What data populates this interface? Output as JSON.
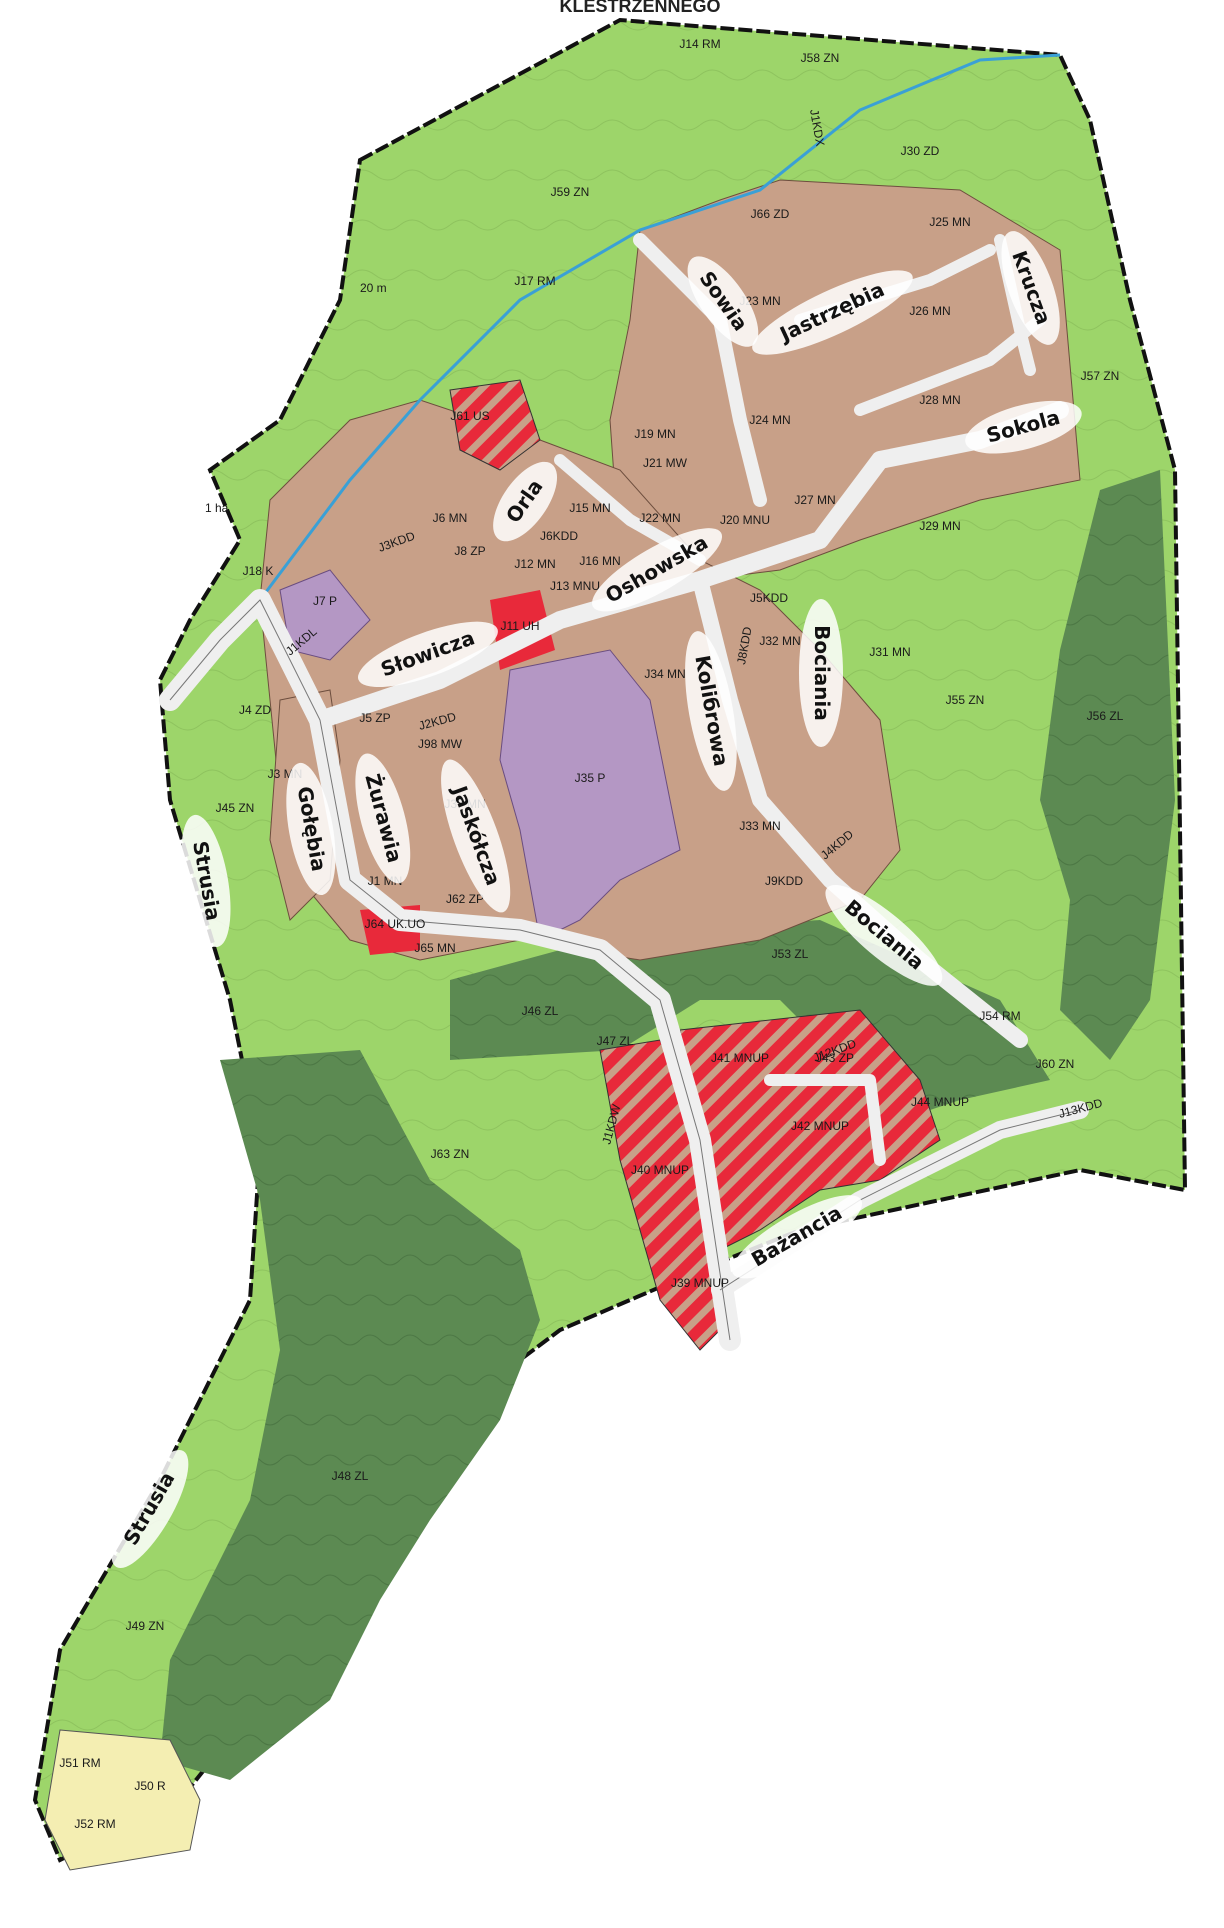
{
  "map": {
    "top_label": "KLESTRZENNEGO",
    "colors": {
      "zn_green": "#9dd56a",
      "zl_forest": "#5c8a52",
      "mn_residential": "#c8a088",
      "p_services": "#b497c4",
      "up_red": "#e8293a",
      "r_agri": "#f4eeb2",
      "mw_gray": "#9b8a6a",
      "road": "#efefef",
      "stream": "#3aa0d6",
      "boundary": "#111111"
    },
    "zones": [
      {
        "id": "J14 RM"
      },
      {
        "id": "J58 ZN"
      },
      {
        "id": "J30 ZD"
      },
      {
        "id": "J59 ZN"
      },
      {
        "id": "J66 ZD"
      },
      {
        "id": "J25 MN"
      },
      {
        "id": "J17 RM"
      },
      {
        "id": "J23 MN"
      },
      {
        "id": "J26 MN"
      },
      {
        "id": "J57 ZN"
      },
      {
        "id": "J61 US"
      },
      {
        "id": "J24 MN"
      },
      {
        "id": "J28 MN"
      },
      {
        "id": "J19 MN"
      },
      {
        "id": "J21 MW"
      },
      {
        "id": "J6 MN"
      },
      {
        "id": "J15 MN"
      },
      {
        "id": "J22 MN"
      },
      {
        "id": "J20 MNU"
      },
      {
        "id": "J27 MN"
      },
      {
        "id": "J29 MN"
      },
      {
        "id": "J8 ZP"
      },
      {
        "id": "J12 MN"
      },
      {
        "id": "J16 MN"
      },
      {
        "id": "J13 MNU"
      },
      {
        "id": "J18 K"
      },
      {
        "id": "J7 P"
      },
      {
        "id": "J11 UH"
      },
      {
        "id": "J32 MN"
      },
      {
        "id": "J31 MN"
      },
      {
        "id": "J34 MN"
      },
      {
        "id": "J4 ZD"
      },
      {
        "id": "J55 ZN"
      },
      {
        "id": "J56 ZL"
      },
      {
        "id": "J5 ZP"
      },
      {
        "id": "J98 MW"
      },
      {
        "id": "J3 MN"
      },
      {
        "id": "J35 P"
      },
      {
        "id": "J37 MN"
      },
      {
        "id": "J45 ZN"
      },
      {
        "id": "J33 MN"
      },
      {
        "id": "J1 MN"
      },
      {
        "id": "J62 ZP"
      },
      {
        "id": "J64 UK.UO"
      },
      {
        "id": "J65 MN"
      },
      {
        "id": "J53 ZL"
      },
      {
        "id": "J46 ZL"
      },
      {
        "id": "J54 RM"
      },
      {
        "id": "J47 ZL"
      },
      {
        "id": "J41 MNUP"
      },
      {
        "id": "J43 ZP"
      },
      {
        "id": "J60 ZN"
      },
      {
        "id": "J44 MNUP"
      },
      {
        "id": "J42 MNUP"
      },
      {
        "id": "J63 ZN"
      },
      {
        "id": "J40 MNUP"
      },
      {
        "id": "J39 MNUP"
      },
      {
        "id": "J48 ZL"
      },
      {
        "id": "J49 ZN"
      },
      {
        "id": "J51 RM"
      },
      {
        "id": "J50 R"
      },
      {
        "id": "J52 RM"
      }
    ],
    "roads": [
      {
        "code": "J1KDL"
      },
      {
        "code": "J2KDD"
      },
      {
        "code": "J3KDD"
      },
      {
        "code": "J4KDD"
      },
      {
        "code": "J5KDD"
      },
      {
        "code": "J6KDD"
      },
      {
        "code": "J8KDD"
      },
      {
        "code": "J9KDD"
      },
      {
        "code": "J12KDD"
      },
      {
        "code": "J13KDD"
      },
      {
        "code": "J1KDW"
      },
      {
        "code": "J1KDX"
      }
    ],
    "streets": [
      {
        "name": "Sowia"
      },
      {
        "name": "Jastrzębia"
      },
      {
        "name": "Krucza"
      },
      {
        "name": "Sokola"
      },
      {
        "name": "Orla"
      },
      {
        "name": "Oshowska"
      },
      {
        "name": "Słowicza"
      },
      {
        "name": "Koliбrowa"
      },
      {
        "name": "Bociania"
      },
      {
        "name": "Gołębia"
      },
      {
        "name": "Żurawia"
      },
      {
        "name": "Jaskółcza"
      },
      {
        "name": "Strusia"
      },
      {
        "name": "Bażancia"
      }
    ],
    "annotations": {
      "area_marker": "1 ha",
      "distance_marker": "20 m"
    }
  }
}
